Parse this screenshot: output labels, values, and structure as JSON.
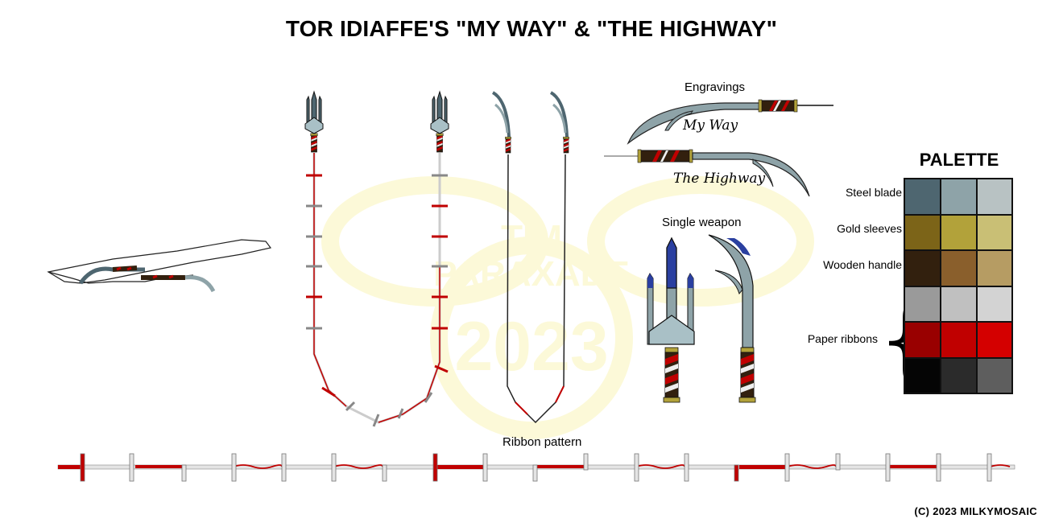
{
  "header": {
    "title": "TOR IDIAFFE'S \"MY WAY\" & \"THE HIGHWAY\""
  },
  "sections": {
    "engravings_label": "Engravings",
    "engraving_1": "My Way",
    "engraving_2": "The Highway",
    "single_weapon_label": "Single weapon",
    "ribbon_pattern_label": "Ribbon pattern"
  },
  "palette": {
    "title": "PALETTE",
    "rows": [
      {
        "label": "Steel blade",
        "colors": [
          "#4e6670",
          "#8ea3a8",
          "#b8c2c3"
        ]
      },
      {
        "label": "Gold sleeves",
        "colors": [
          "#7c6418",
          "#b2a23a",
          "#c9bf75"
        ]
      },
      {
        "label": "Wooden handle",
        "colors": [
          "#32200e",
          "#8a5f2c",
          "#b69c63"
        ]
      },
      {
        "label": "",
        "colors": [
          "#9a9a9a",
          "#c0c0c0",
          "#d3d3d3"
        ]
      },
      {
        "label": "",
        "colors": [
          "#990000",
          "#c00000",
          "#d40000"
        ]
      },
      {
        "label": "",
        "colors": [
          "#050505",
          "#2b2b2b",
          "#5e5e5e"
        ]
      }
    ],
    "group_label": "Paper ribbons"
  },
  "watermark": {
    "line1": "TIM",
    "line2": "PARAXADE",
    "line3": "2023",
    "color": "#fdfbe0"
  },
  "footer": {
    "copyright": "(C) 2023 MILKYMOSAIC"
  },
  "colors": {
    "steel": "#8ea3a8",
    "steel_dark": "#4e6670",
    "blue_tip": "#2a3fa0",
    "gold": "#b2a23a",
    "wood": "#8a5f2c",
    "ribbon_red": "#c00000",
    "ribbon_white": "#e0e0e0"
  }
}
